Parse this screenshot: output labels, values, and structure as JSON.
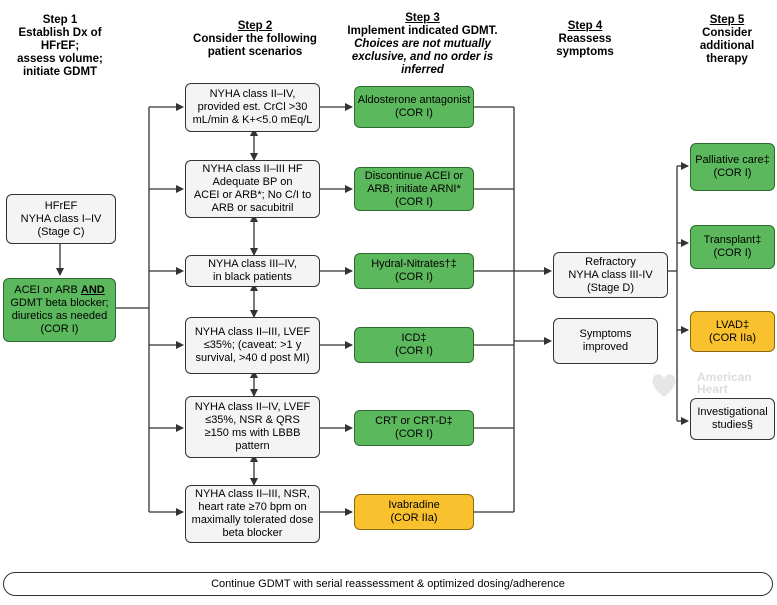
{
  "headers": {
    "step1": {
      "title": "Step 1",
      "lines": [
        "Establish Dx of HFrEF;",
        "assess volume;",
        "initiate GDMT"
      ]
    },
    "step2": {
      "title": "Step 2",
      "lines": [
        "Consider the following",
        "patient scenarios"
      ]
    },
    "step3": {
      "title": "Step 3",
      "line1": "Implement indicated GDMT.",
      "italic": [
        "Choices are not mutually",
        "exclusive, and no order is",
        "inferred"
      ]
    },
    "step4": {
      "title": "Step 4",
      "lines": [
        "Reassess",
        "symptoms"
      ]
    },
    "step5": {
      "title": "Step 5",
      "lines": [
        "Consider",
        "additional",
        "therapy"
      ]
    }
  },
  "step1": {
    "hfref": [
      "HFrEF",
      "NYHA class I–IV",
      "(Stage C)"
    ],
    "gdmt": {
      "pre": "ACEI or ARB ",
      "and": "AND",
      "lines": [
        "GDMT beta blocker;",
        "diuretics as needed",
        "(COR I)"
      ]
    }
  },
  "scenarios": [
    [
      "NYHA class II–IV,",
      "provided est. CrCl >30",
      "mL/min & K+<5.0 mEq/L"
    ],
    [
      "NYHA class II–III HF",
      "Adequate BP on",
      "ACEI or ARB*; No C/I to",
      "ARB or sacubitril"
    ],
    [
      "NYHA class III–IV,",
      "in black patients"
    ],
    [
      "NYHA class II–III, LVEF",
      "≤35%; (caveat: >1 y",
      "survival, >40 d post MI)"
    ],
    [
      "NYHA class II–IV, LVEF",
      "≤35%, NSR & QRS",
      "≥150 ms with LBBB",
      "pattern"
    ],
    [
      "NYHA class II–III, NSR,",
      "heart rate ≥70 bpm on",
      "maximally tolerated dose",
      "beta blocker"
    ]
  ],
  "therapies": [
    [
      "Aldosterone antagonist",
      "(COR I)"
    ],
    [
      "Discontinue ACEI or",
      "ARB; initiate ARNI*",
      "(COR I)"
    ],
    [
      "Hydral-Nitrates†‡",
      "(COR I)"
    ],
    [
      "ICD‡",
      "(COR I)"
    ],
    [
      "CRT or CRT-D‡",
      "(COR I)"
    ],
    [
      "Ivabradine",
      "(COR IIa)"
    ]
  ],
  "reassess": {
    "refractory": [
      "Refractory",
      "NYHA class III-IV",
      "(Stage D)"
    ],
    "improved": [
      "Symptoms",
      "improved"
    ]
  },
  "additional": [
    [
      "Palliative care‡",
      "(COR I)"
    ],
    [
      "Transplant‡",
      "(COR I)"
    ],
    [
      "LVAD‡",
      "(COR IIa)"
    ],
    [
      "Investigational",
      "studies§"
    ]
  ],
  "footer": "Continue GDMT with serial reassessment & optimized dosing/adherence",
  "watermark": [
    "American",
    "Heart"
  ],
  "colors": {
    "green": "#5cb85c",
    "yellow": "#f9c12e",
    "grey": "#f4f4f4"
  }
}
